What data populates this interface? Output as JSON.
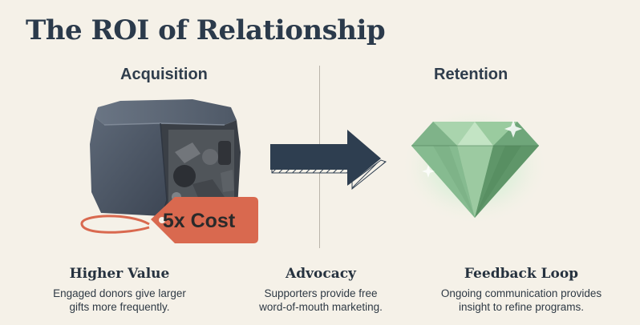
{
  "title": "The ROI of Relationship",
  "sections": {
    "acquisition": "Acquisition",
    "retention": "Retention"
  },
  "price_tag": {
    "label": "5x Cost"
  },
  "benefits": [
    {
      "title": "Higher Value",
      "line1": "Engaged donors give larger",
      "line2": "gifts more frequently."
    },
    {
      "title": "Advocacy",
      "line1": "Supporters provide free",
      "line2": "word-of-mouth marketing."
    },
    {
      "title": "Feedback Loop",
      "line1": "Ongoing communication provides",
      "line2": "insight to refine programs."
    }
  ],
  "colors": {
    "background": "#f5f1e8",
    "rock": "#4a5563",
    "tag": "#d9694f",
    "arrow": "#2e3e50",
    "gem": "#7fb389"
  }
}
